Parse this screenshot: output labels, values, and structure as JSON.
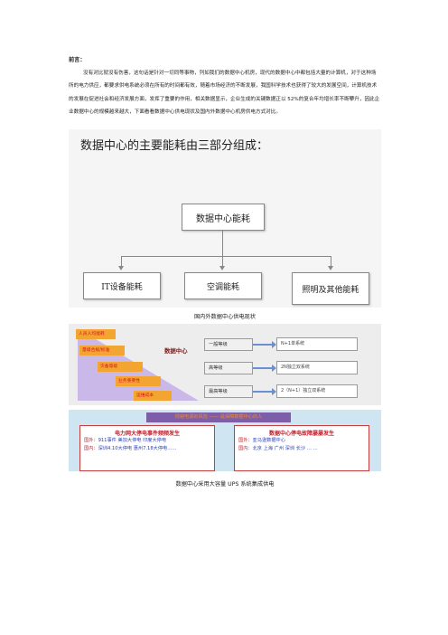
{
  "intro": {
    "heading": "前言：",
    "paragraph": "没有对比就没有伤害，这句话是针对一切同等事物，列如我们的数据中心机房，现代的数据中心中都包括大量的计算机，对于这种场所的电力供应，都要求供电系统必须在所有的时间都有效，随着市场经济的不断发展，我国科学技术也获得了较大的发展空间，计算机技术的发展在促进社会和经济发展方面，发挥了重要的作用，相关数据显示，企业生成的关键数据正以 52%的复合年均增长率不断攀升，因此企业数据中心的规模越来越大，下面看看数据中心供电现状及国内外数据中心机房供电方式对比。"
  },
  "diagram": {
    "title": "数据中心的主要能耗由三部分组成：",
    "root": "数据中心能耗",
    "children": [
      "IT设备能耗",
      "空调能耗",
      "照明及其他能耗"
    ]
  },
  "caption1": "国内外数据中心供电现状",
  "tiers": {
    "stairs": [
      "人员人均能耗",
      "量级合规/标准",
      "灾备等级",
      "业务重要性",
      "运维成本"
    ],
    "center_label": "数据中心",
    "rows": [
      {
        "level": "一般等级",
        "system": "N+1单系统"
      },
      {
        "level": "高等级",
        "system": "2N独立双系统"
      },
      {
        "level": "最高等级",
        "system": "2（N+1）独立双系统"
      }
    ]
  },
  "incidents": {
    "banner": "规避电源的风险 —— 是保障数据中心的人",
    "left": {
      "title": "电力网大停电事件频频发生",
      "foreign_label": "国外：",
      "foreign": "911事件  美加大停电  印度大停电",
      "domestic_label": "国内：",
      "domestic": "深圳4.10大停电   惠州7.18大停电……"
    },
    "right": {
      "title": "数据中心停电故障屡屡发生",
      "foreign_label": "国外：",
      "foreign": "亚马逊数据中心",
      "domestic_label": "国内：",
      "domestic": "北京  上海   广州   深圳  长沙 … …"
    }
  },
  "caption2": "数据中心采用大容量 UPS 系统集成供电",
  "colors": {
    "stair": "#f3a531",
    "stair_text": "#d6121e",
    "triangle": "#c9b8e8",
    "banner": "#7e5ea8",
    "panel3_bg": "#cfe6f2"
  }
}
